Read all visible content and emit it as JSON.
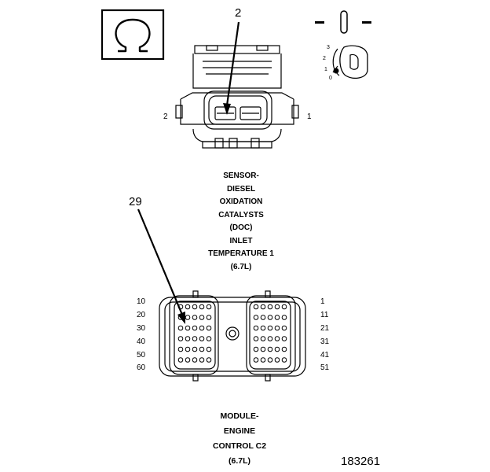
{
  "meter_symbol": "ohm-icon",
  "selector_positions": [
    "3",
    "2",
    "1",
    "0"
  ],
  "sensor_connector": {
    "callout": "2",
    "pin_left": "2",
    "pin_right": "1",
    "caption_lines": [
      "SENSOR-",
      "DIESEL",
      "OXIDATION",
      "CATALYSTS",
      "(DOC)",
      "INLET",
      "TEMPERATURE 1",
      "(6.7L)"
    ]
  },
  "module_connector": {
    "callout": "29",
    "left_row_labels": [
      "10",
      "20",
      "30",
      "40",
      "50",
      "60"
    ],
    "right_row_labels": [
      "1",
      "11",
      "21",
      "31",
      "41",
      "51"
    ],
    "caption_lines": [
      "MODULE-",
      "ENGINE",
      "CONTROL C2",
      "(6.7L)"
    ]
  },
  "figure_number": "183261"
}
